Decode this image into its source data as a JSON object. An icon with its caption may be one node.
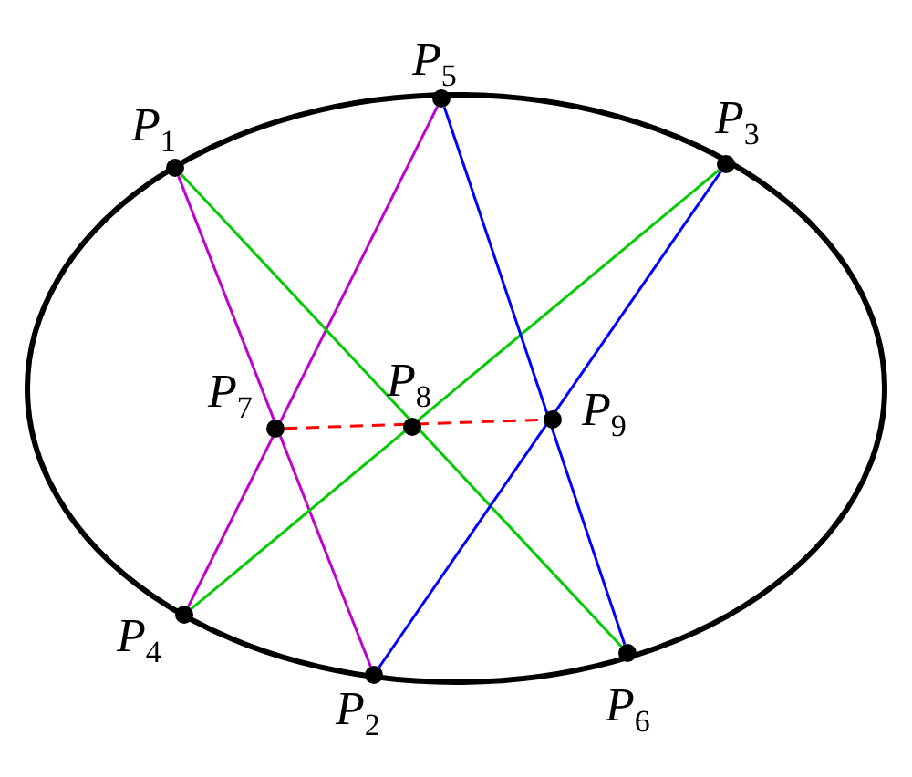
{
  "diagram": {
    "nodes": [
      {
        "text": [],
        "shape": "circle",
        "beside": [
          "P$_{1}$"
        ]
      },
      {
        "text": [],
        "shape": "circle",
        "beside": [
          "P$_{2}$"
        ]
      },
      {
        "text": [],
        "shape": "circle",
        "beside": [
          "P$_{3}$"
        ]
      },
      {
        "text": [],
        "shape": "circle",
        "beside": [
          "P$_{4}$"
        ]
      },
      {
        "text": [],
        "shape": "circle",
        "beside": [
          "P$_{5}$"
        ]
      },
      {
        "text": [],
        "shape": "circle",
        "beside": [
          "P$_{6}$"
        ]
      },
      {
        "text": [],
        "shape": "circle",
        "beside": [
          "P$_{7}$"
        ]
      },
      {
        "text": [],
        "shape": "circle",
        "beside": [
          "P$_{8}$"
        ]
      },
      {
        "text": [],
        "shape": "circle",
        "beside": [
          "P$_{9}$"
        ]
      }
    ],
    "edges": [
      {
        "from": 0,
        "to": 1,
        "arrow": "none",
        "color": "#c000d0"
      },
      {
        "from": 4,
        "to": 3,
        "arrow": "none",
        "color": "#c000d0"
      },
      {
        "from": 0,
        "to": 5,
        "arrow": "none",
        "color": "#00cc00"
      },
      {
        "from": 2,
        "to": 3,
        "arrow": "none",
        "color": "#00cc00"
      },
      {
        "from": 4,
        "to": 5,
        "arrow": "none",
        "color": "#0000ff"
      },
      {
        "from": 2,
        "to": 1,
        "arrow": "none",
        "color": "#0000ff"
      },
      {
        "from": 6,
        "to": 8,
        "arrow": "none",
        "style": "dashed",
        "color": "#ff0000"
      }
    ]
  }
}
